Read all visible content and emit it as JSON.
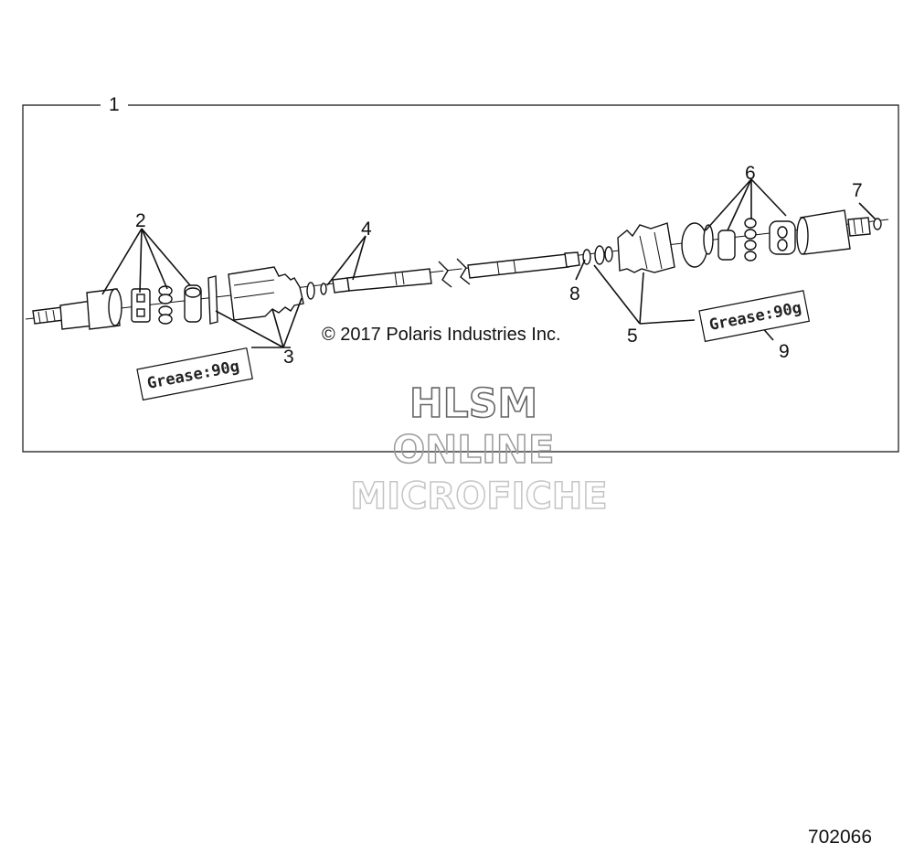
{
  "callouts": {
    "c1": "1",
    "c2": "2",
    "c3": "3",
    "c4": "4",
    "c5": "5",
    "c6": "6",
    "c7": "7",
    "c8": "8",
    "c9": "9"
  },
  "copyright": "© 2017 Polaris Industries Inc.",
  "grease_labels": {
    "left": "Grease:90g",
    "right": "Grease:90g"
  },
  "watermark": {
    "line1": "HLSM",
    "line2": "ONLINE",
    "line3": "MICROFICHE"
  },
  "document_number": "702066",
  "colors": {
    "line": "#111111",
    "watermark_dark": "#666666",
    "watermark_mid": "#9a9a9a",
    "watermark_light": "#c4c4c4"
  }
}
